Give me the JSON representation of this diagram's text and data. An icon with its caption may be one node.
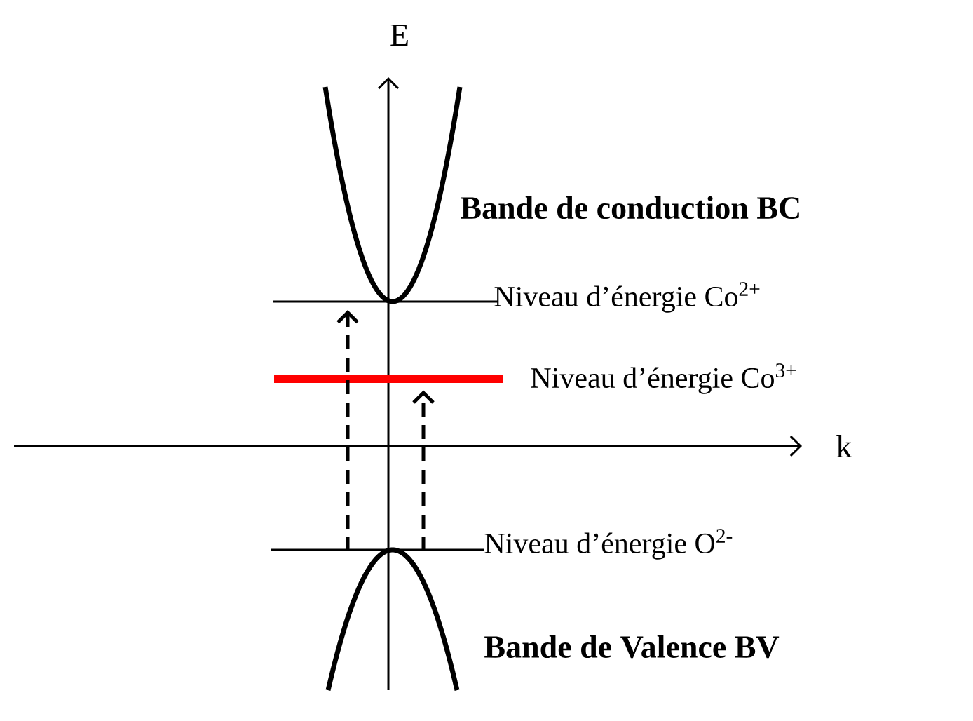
{
  "diagram": {
    "nodes": [
      {
        "text": [],
        "shape": "bar",
        "beside": [
          "Niveau d’énergie Co$^{2+}$"
        ]
      },
      {
        "text": [],
        "shape": "bar",
        "beside": [
          "Niveau d’énergie Co$^{3+}$"
        ]
      },
      {
        "text": [],
        "shape": "bar",
        "beside": [
          "Niveau d’énergie O$^{2-}$"
        ]
      }
    ],
    "edges": [
      {
        "from": 2,
        "to": 0,
        "arrow": "to",
        "style": "dashed"
      },
      {
        "from": 2,
        "to": 1,
        "arrow": "to",
        "style": "dashed"
      }
    ],
    "labels": [
      "E",
      "Bande de conduction BC",
      "k",
      "Bande de Valence BV"
    ]
  }
}
